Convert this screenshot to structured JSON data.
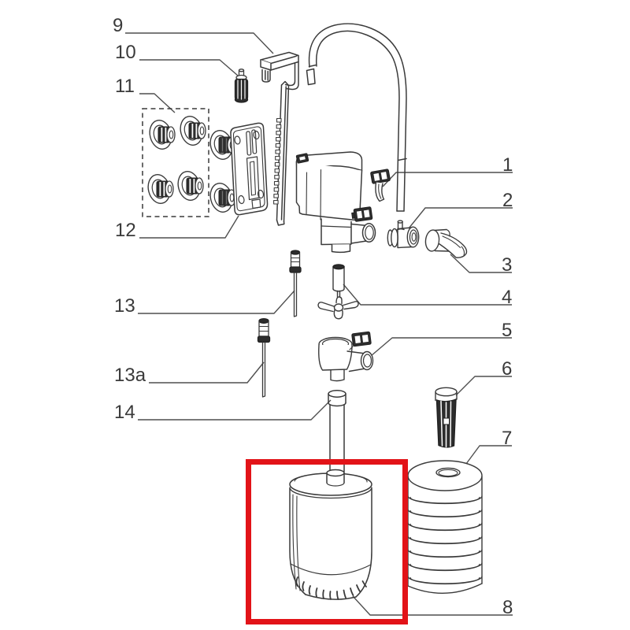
{
  "diagram": {
    "kind": "exploded-parts-diagram",
    "subject": "aquarium internal filter pump",
    "highlight_color": "#e21318",
    "line_color": "#3a3a3a",
    "highlighted_part_label": "8"
  },
  "labels": {
    "l1": "1",
    "l2": "2",
    "l3": "3",
    "l4": "4",
    "l5": "5",
    "l6": "6",
    "l7": "7",
    "l8": "8",
    "l9": "9",
    "l10": "10",
    "l11": "11",
    "l12": "12",
    "l13": "13",
    "l13a": "13a",
    "l14": "14"
  }
}
